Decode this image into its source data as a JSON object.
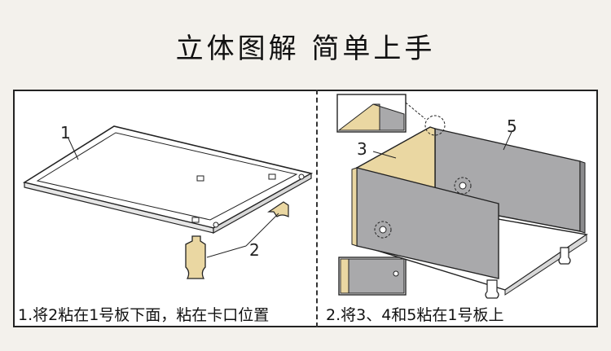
{
  "title": "立体图解  简单上手",
  "left_panel": {
    "part_labels": {
      "board": "1",
      "clip": "2"
    },
    "caption": "1.将2粘在1号板下面，粘在卡口位置"
  },
  "right_panel": {
    "part_labels": {
      "side": "3",
      "back": "5"
    },
    "caption": "2.将3、4和5粘在1号板上"
  },
  "colors": {
    "frame": "#222222",
    "wood": "#ead7a2",
    "panel_gray": "#a9a9ab",
    "board_fill": "#ffffff"
  }
}
